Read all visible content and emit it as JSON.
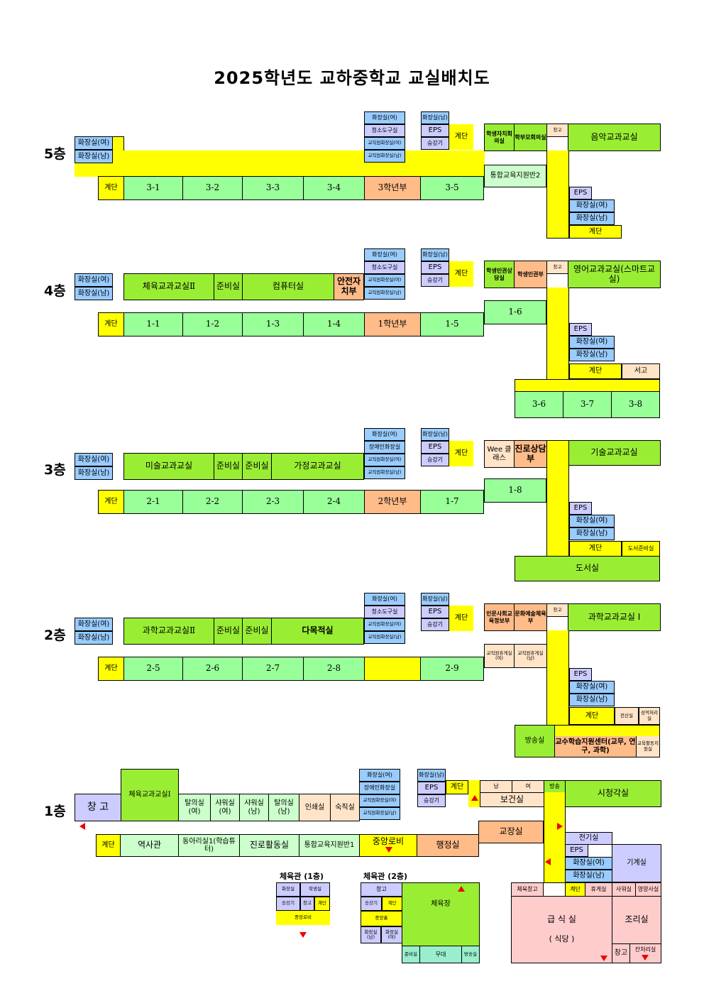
{
  "title": "2025학년도 교하중학교 교실배치도",
  "floors": {
    "f5": {
      "label": "5층",
      "rooms": {
        "restroom_f": "화장실(여)",
        "restroom_m": "화장실(남)",
        "stairs_w": "계단",
        "c1": "3-1",
        "c2": "3-2",
        "c3": "3-3",
        "c4": "3-4",
        "office": "3학년부",
        "c5": "3-5",
        "u_restroom_f": "화장실(여)",
        "u_cleaning": "청소도구실",
        "u_staff_f": "교직원화장실(여)",
        "u_staff_m": "교직원화장실(남)",
        "u_restroom_m": "화장실(남)",
        "u_eps": "EPS",
        "u_elevator": "승강기",
        "stairs_c": "계단",
        "council": "학생자치회의실",
        "parents": "학부모회의실",
        "storage": "창고",
        "music": "음악교과교실",
        "special": "통합교육지원반2",
        "eps_e": "EPS",
        "restroom_f_e": "화장실(여)",
        "restroom_m_e": "화장실(남)",
        "stairs_e": "계단"
      }
    },
    "f4": {
      "label": "4층",
      "rooms": {
        "restroom_f": "화장실(여)",
        "restroom_m": "화장실(남)",
        "pe2": "체육교과교실Ⅱ",
        "prep": "준비실",
        "computer": "컴퓨터실",
        "safety": "안전자치부",
        "stairs_w": "계단",
        "c1": "1-1",
        "c2": "1-2",
        "c3": "1-3",
        "c4": "1-4",
        "office": "1학년부",
        "c5": "1-5",
        "c6": "1-6",
        "u_restroom_f": "화장실(여)",
        "u_cleaning": "청소도구실",
        "u_staff_f": "교직원화장실(여)",
        "u_staff_m": "교직원화장실(남)",
        "u_restroom_m": "화장실(남)",
        "u_eps": "EPS",
        "u_elevator": "승강기",
        "stairs_c": "계단",
        "counsel": "학생인권상담실",
        "rights": "학생인권부",
        "storage": "창고",
        "english": "영어교과교실(스마트교실)",
        "eps_e": "EPS",
        "restroom_f_e": "화장실(여)",
        "restroom_m_e": "화장실(남)",
        "stairs_e": "계단",
        "bookstore": "서고",
        "c36": "3-6",
        "c37": "3-7",
        "c38": "3-8"
      }
    },
    "f3": {
      "label": "3층",
      "rooms": {
        "restroom_f": "화장실(여)",
        "restroom_m": "화장실(남)",
        "art": "미술교과교실",
        "prep1": "준비실",
        "prep2": "준비실",
        "home": "가정교과교실",
        "stairs_w": "계단",
        "c1": "2-1",
        "c2": "2-2",
        "c3": "2-3",
        "c4": "2-4",
        "office": "2학년부",
        "c7": "1-7",
        "c8": "1-8",
        "u_restroom_f": "화장실(여)",
        "u_disabled": "장애인화장실",
        "u_staff_f": "교직원화장실(여)",
        "u_staff_m": "교직원화장실(남)",
        "u_restroom_m": "화장실(남)",
        "u_eps": "EPS",
        "u_elevator": "승강기",
        "stairs_c": "계단",
        "wee": "Wee 클래스",
        "career": "진로상담부",
        "tech": "기술교과교실",
        "eps_e": "EPS",
        "restroom_f_e": "화장실(여)",
        "restroom_m_e": "화장실(남)",
        "stairs_e": "계단",
        "lib_prep": "도서준비실",
        "library": "도서실"
      }
    },
    "f2": {
      "label": "2층",
      "rooms": {
        "restroom_f": "화장실(여)",
        "restroom_m": "화장실(남)",
        "sci2": "과학교과교실Ⅱ",
        "prep1": "준비실",
        "prep2": "준비실",
        "multi": "다목적실",
        "stairs_w": "계단",
        "c5": "2-5",
        "c6": "2-6",
        "c7": "2-7",
        "c8": "2-8",
        "c9": "2-9",
        "u_restroom_f": "화장실(여)",
        "u_cleaning": "청소도구실",
        "u_staff_f": "교직원화장실(여)",
        "u_staff_m": "교직원화장실(남)",
        "u_restroom_m": "화장실(남)",
        "u_eps": "EPS",
        "u_elevator": "승강기",
        "stairs_c": "계단",
        "humanities": "인문사회교육정보부",
        "culture": "문화예술체육부",
        "storage": "창고",
        "sci1": "과학교과교실 Ⅰ",
        "lounge_f": "교직원휴게실(여)",
        "lounge_m": "교직원휴게실(남)",
        "eps_e": "EPS",
        "restroom_f_e": "화장실(여)",
        "restroom_m_e": "화장실(남)",
        "stairs_e": "계단",
        "elec": "전산실",
        "eval": "성적처리실",
        "broadcast": "방송실",
        "center": "교수학습지원센터(교무, 연구, 과학)",
        "edu_support": "교육활동지원실"
      }
    },
    "f1": {
      "label": "1층",
      "rooms": {
        "storage_w": "창 고",
        "pe1": "체육교과교실Ⅰ",
        "change_f": "탈의실(여)",
        "shower_f": "샤워실(여)",
        "shower_m": "샤워실(남)",
        "change_m": "탈의실(남)",
        "print": "인쇄실",
        "night": "숙직실",
        "stairs_w": "계단",
        "history": "역사관",
        "club": "동아리실1(학습튜터)",
        "career": "진로활동실",
        "special": "통합교육지원반1",
        "lobby": "중앙로비",
        "admin": "행정실",
        "principal": "교장실",
        "u_restroom_f": "화장실(여)",
        "u_disabled": "장애인화장실",
        "u_staff_f": "교직원화장실(여)",
        "u_staff_m": "교직원화장실(남)",
        "u_restroom_m": "화장실(남)",
        "u_eps": "EPS",
        "u_elevator": "승강기",
        "stairs_c": "계단",
        "nurse_m": "남",
        "nurse_f": "여",
        "nurse": "보건실",
        "broadcast": "방송",
        "av": "시청각실",
        "elec": "전기실",
        "eps_e": "EPS",
        "restroom_f_e": "화장실(여)",
        "restroom_m_e": "화장실(남)",
        "machine": "기계실",
        "gym_store": "체육창고",
        "stairs_e": "계단",
        "staff_rest": "휴게실",
        "cook_change": "사워실",
        "nutrition": "영양사실",
        "cafeteria": "급 식 실",
        "cafeteria_sub": "( 식당 )",
        "kitchen": "조리실",
        "k_storage": "창고",
        "waste": "잔처리실"
      }
    }
  },
  "gym1": {
    "caption": "체육관 (1층)",
    "rooms": {
      "toilet": "화장실",
      "office": "학생실",
      "elevator": "승강기",
      "storage": "창고",
      "stairs": "계단",
      "lobby": "중앙로비"
    }
  },
  "gym2": {
    "caption": "체육관 (2층)",
    "rooms": {
      "storage": "창고",
      "elevator": "승강기",
      "stairs": "계단",
      "lobby": "중앙홀",
      "toilet_m": "화장실(남)",
      "toilet_f": "화장실(여)",
      "gym": "체육장",
      "prep": "준비실",
      "stage": "무대",
      "broadcast": "방송실"
    }
  },
  "colors": {
    "corridor": "#ffff00",
    "classroom": "#99ff99",
    "subject": "#99ee33",
    "restroom": "#99ccff",
    "utility": "#ccccff",
    "office": "#ffbb88",
    "cafeteria": "#ffcccc",
    "arrow": "#ee0000"
  }
}
